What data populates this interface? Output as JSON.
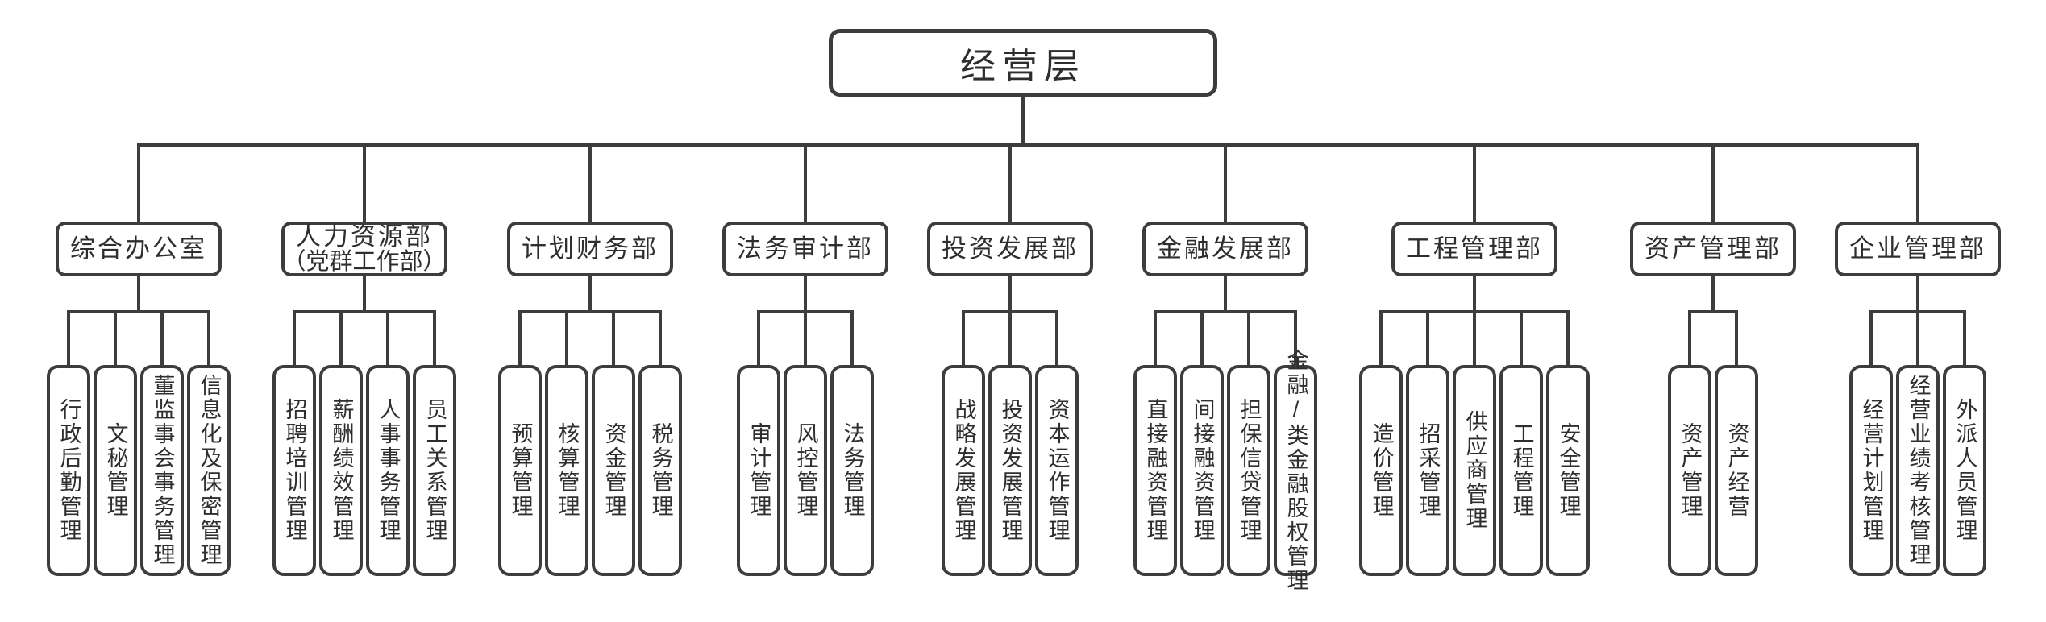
{
  "root": {
    "label": "经营层"
  },
  "departments": [
    {
      "label": "综合办公室",
      "children": [
        "行政后勤管理",
        "文秘管理",
        "董监事会事务管理",
        "信息化及保密管理"
      ]
    },
    {
      "label": "人力资源部",
      "label2": "（党群工作部）",
      "children": [
        "招聘培训管理",
        "薪酬绩效管理",
        "人事事务管理",
        "员工关系管理"
      ]
    },
    {
      "label": "计划财务部",
      "children": [
        "预算管理",
        "核算管理",
        "资金管理",
        "税务管理"
      ]
    },
    {
      "label": "法务审计部",
      "children": [
        "审计管理",
        "风控管理",
        "法务管理"
      ]
    },
    {
      "label": "投资发展部",
      "children": [
        "战略发展管理",
        "投资发展管理",
        "资本运作管理"
      ]
    },
    {
      "label": "金融发展部",
      "children": [
        "直接融资管理",
        "间接融资管理",
        "担保信贷管理",
        "金融/类金融股权管理"
      ]
    },
    {
      "label": "工程管理部",
      "children": [
        "造价管理",
        "招采管理",
        "供应商管理",
        "工程管理",
        "安全管理"
      ]
    },
    {
      "label": "资产管理部",
      "children": [
        "资产管理",
        "资产经营"
      ]
    },
    {
      "label": "企业管理部",
      "children": [
        "经营计划管理",
        "经营业绩考核管理",
        "外派人员管理"
      ]
    }
  ],
  "colors": {
    "line": "#3d3d3d",
    "text": "#2e2e2e",
    "background": "#ffffff"
  }
}
